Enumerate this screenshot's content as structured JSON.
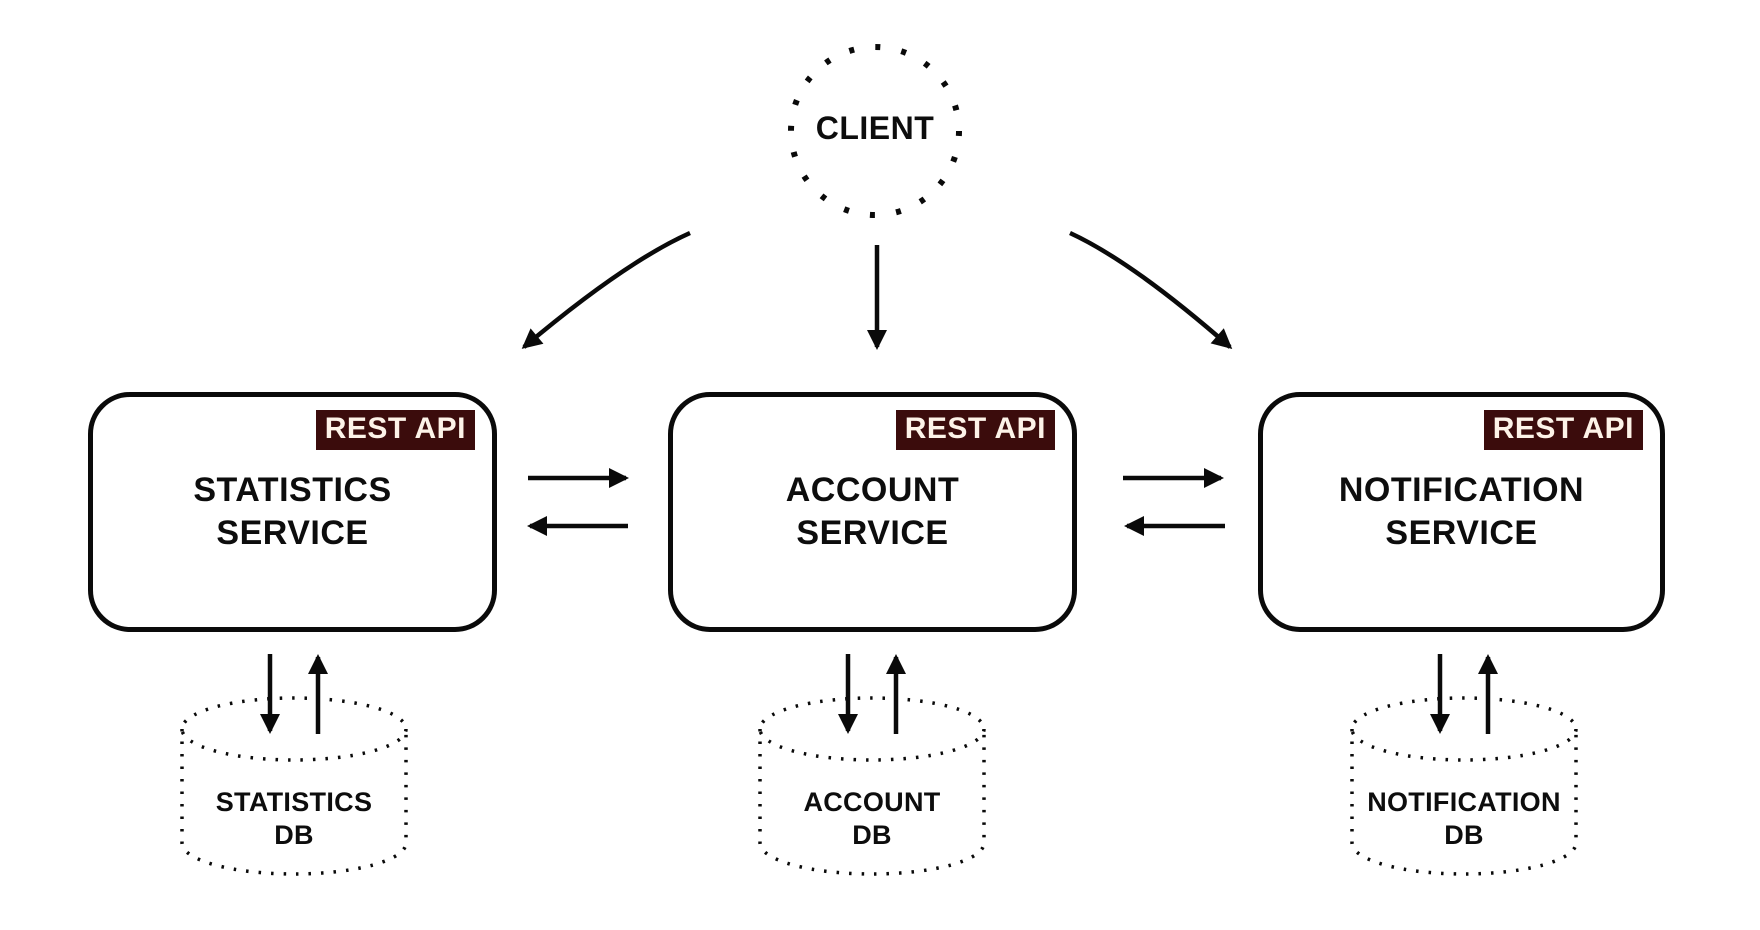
{
  "diagram": {
    "client": {
      "label": "CLIENT"
    },
    "services": [
      {
        "badge": "REST API",
        "name": "STATISTICS\nSERVICE",
        "db": "STATISTICS\nDB"
      },
      {
        "badge": "REST API",
        "name": "ACCOUNT\nSERVICE",
        "db": "ACCOUNT\nDB"
      },
      {
        "badge": "REST API",
        "name": "NOTIFICATION\nSERVICE",
        "db": "NOTIFICATION\nDB"
      }
    ],
    "colors": {
      "background": "#ffffff",
      "line": "#0a0a0a",
      "text": "#0d0d0d",
      "badgeBg": "#3b0c0c",
      "badgeText": "#fdf3e8"
    }
  }
}
